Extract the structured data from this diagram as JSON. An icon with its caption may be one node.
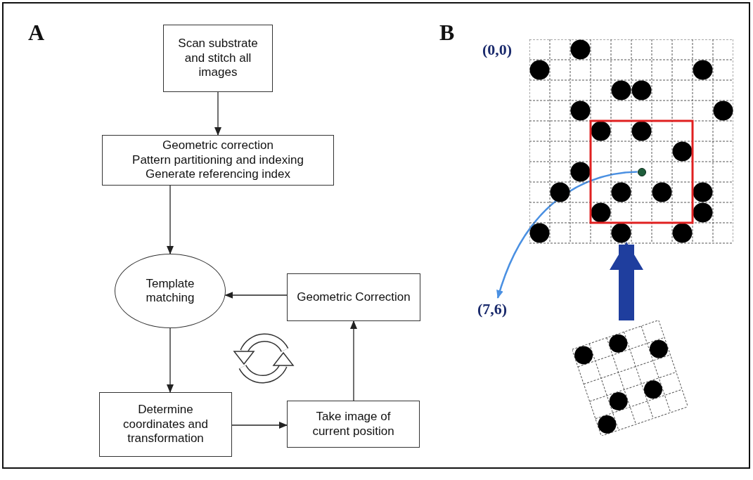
{
  "diagram": {
    "nodes": [
      {
        "text": [
          "Scan substrate and stitch all images"
        ]
      },
      {
        "text": [
          "Geometric correction",
          "Pattern partitioning and indexing",
          "Generate referencing index"
        ]
      },
      {
        "text": [
          "Template matching"
        ]
      },
      {
        "text": [
          "Geometric Correction"
        ]
      },
      {
        "text": [
          "Determine coordinates and transformation"
        ]
      },
      {
        "text": [
          "Take image of current position"
        ]
      },
      {
        "text": [],
        "shape": "picture"
      },
      {
        "text": [],
        "shape": "circle",
        "in": 6
      },
      {
        "text": [
          "(7,6)"
        ]
      },
      {
        "text": [],
        "shape": "picture"
      }
    ],
    "edges": [
      {
        "from": 0,
        "to": 1,
        "arrow": "to"
      },
      {
        "from": 1,
        "to": 2,
        "arrow": "to"
      },
      {
        "from": 3,
        "to": 2,
        "arrow": "to"
      },
      {
        "from": 2,
        "to": 4,
        "arrow": "to"
      },
      {
        "from": 4,
        "to": 5,
        "arrow": "to"
      },
      {
        "from": 5,
        "to": 3,
        "arrow": "to"
      },
      {
        "from": 7,
        "to": 8,
        "arrow": "to",
        "color": "#4a90e2"
      },
      {
        "from": 9,
        "to": 6,
        "arrow": "to",
        "style": "thick",
        "color": "#1f3e9e"
      }
    ],
    "labels": [
      "A",
      "B",
      "(0,0)"
    ]
  }
}
